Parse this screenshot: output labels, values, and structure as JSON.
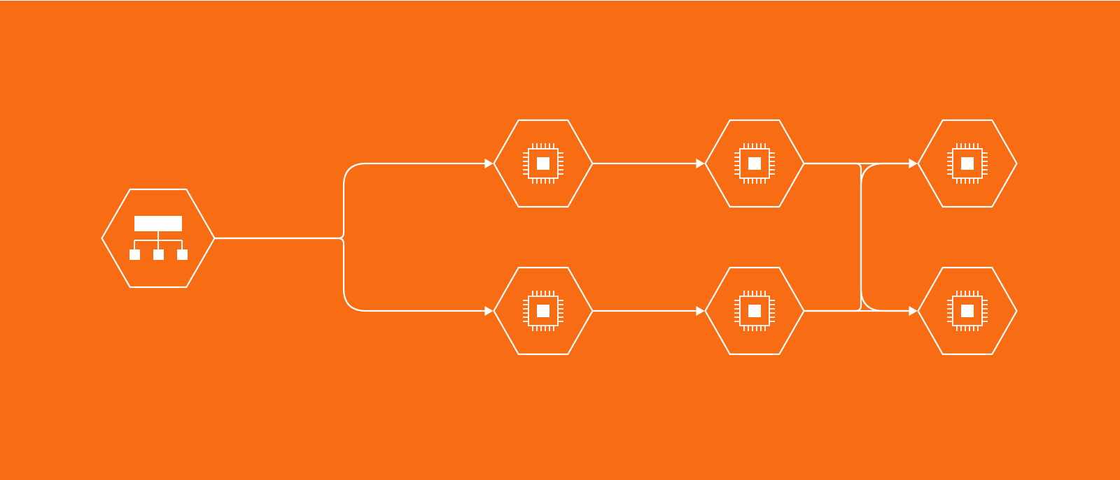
{
  "theme": {
    "background": "#F86C14",
    "stroke": "#FFFFFF"
  },
  "nodes": [
    {
      "id": "load-balancer",
      "icon": "network-hierarchy-icon"
    },
    {
      "id": "compute-top-1",
      "icon": "processor-chip-icon"
    },
    {
      "id": "compute-bottom-1",
      "icon": "processor-chip-icon"
    },
    {
      "id": "compute-top-2",
      "icon": "processor-chip-icon"
    },
    {
      "id": "compute-bottom-2",
      "icon": "processor-chip-icon"
    },
    {
      "id": "compute-top-3",
      "icon": "processor-chip-icon"
    },
    {
      "id": "compute-bottom-3",
      "icon": "processor-chip-icon"
    }
  ],
  "edges": [
    {
      "from": "load-balancer",
      "to": "compute-top-1"
    },
    {
      "from": "load-balancer",
      "to": "compute-bottom-1"
    },
    {
      "from": "compute-top-1",
      "to": "compute-top-2"
    },
    {
      "from": "compute-bottom-1",
      "to": "compute-bottom-2"
    },
    {
      "from": "compute-top-2",
      "to": "compute-top-3"
    },
    {
      "from": "compute-top-2",
      "to": "compute-bottom-3"
    },
    {
      "from": "compute-bottom-2",
      "to": "compute-top-3"
    },
    {
      "from": "compute-bottom-2",
      "to": "compute-bottom-3"
    }
  ]
}
